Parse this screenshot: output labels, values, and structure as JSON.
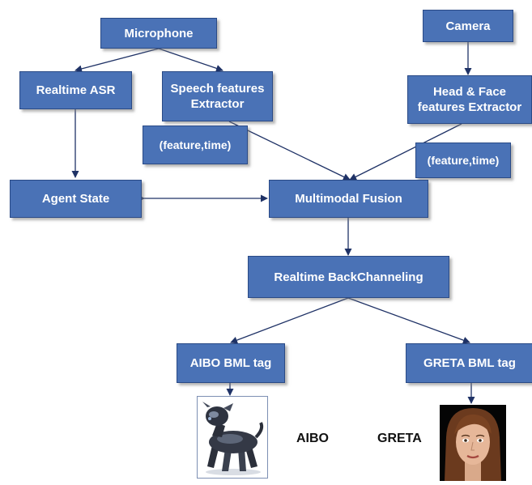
{
  "nodes": {
    "microphone": "Microphone",
    "camera": "Camera",
    "realtime_asr": "Realtime ASR",
    "speech_features": "Speech features\nExtractor",
    "head_face_features": "Head & Face\nfeatures Extractor",
    "agent_state": "Agent State",
    "multimodal_fusion": "Multimodal Fusion",
    "realtime_backchanneling": "Realtime BackChanneling",
    "aibo_bml": "AIBO BML tag",
    "greta_bml": "GRETA BML tag"
  },
  "tags": {
    "feature_time_left": "(feature,time)",
    "feature_time_right": "(feature,time)"
  },
  "captions": {
    "aibo": "AIBO",
    "greta": "GRETA"
  },
  "colors": {
    "box_fill": "#4a72b6",
    "box_border": "#2a4a86",
    "arrow": "#1f3266"
  }
}
